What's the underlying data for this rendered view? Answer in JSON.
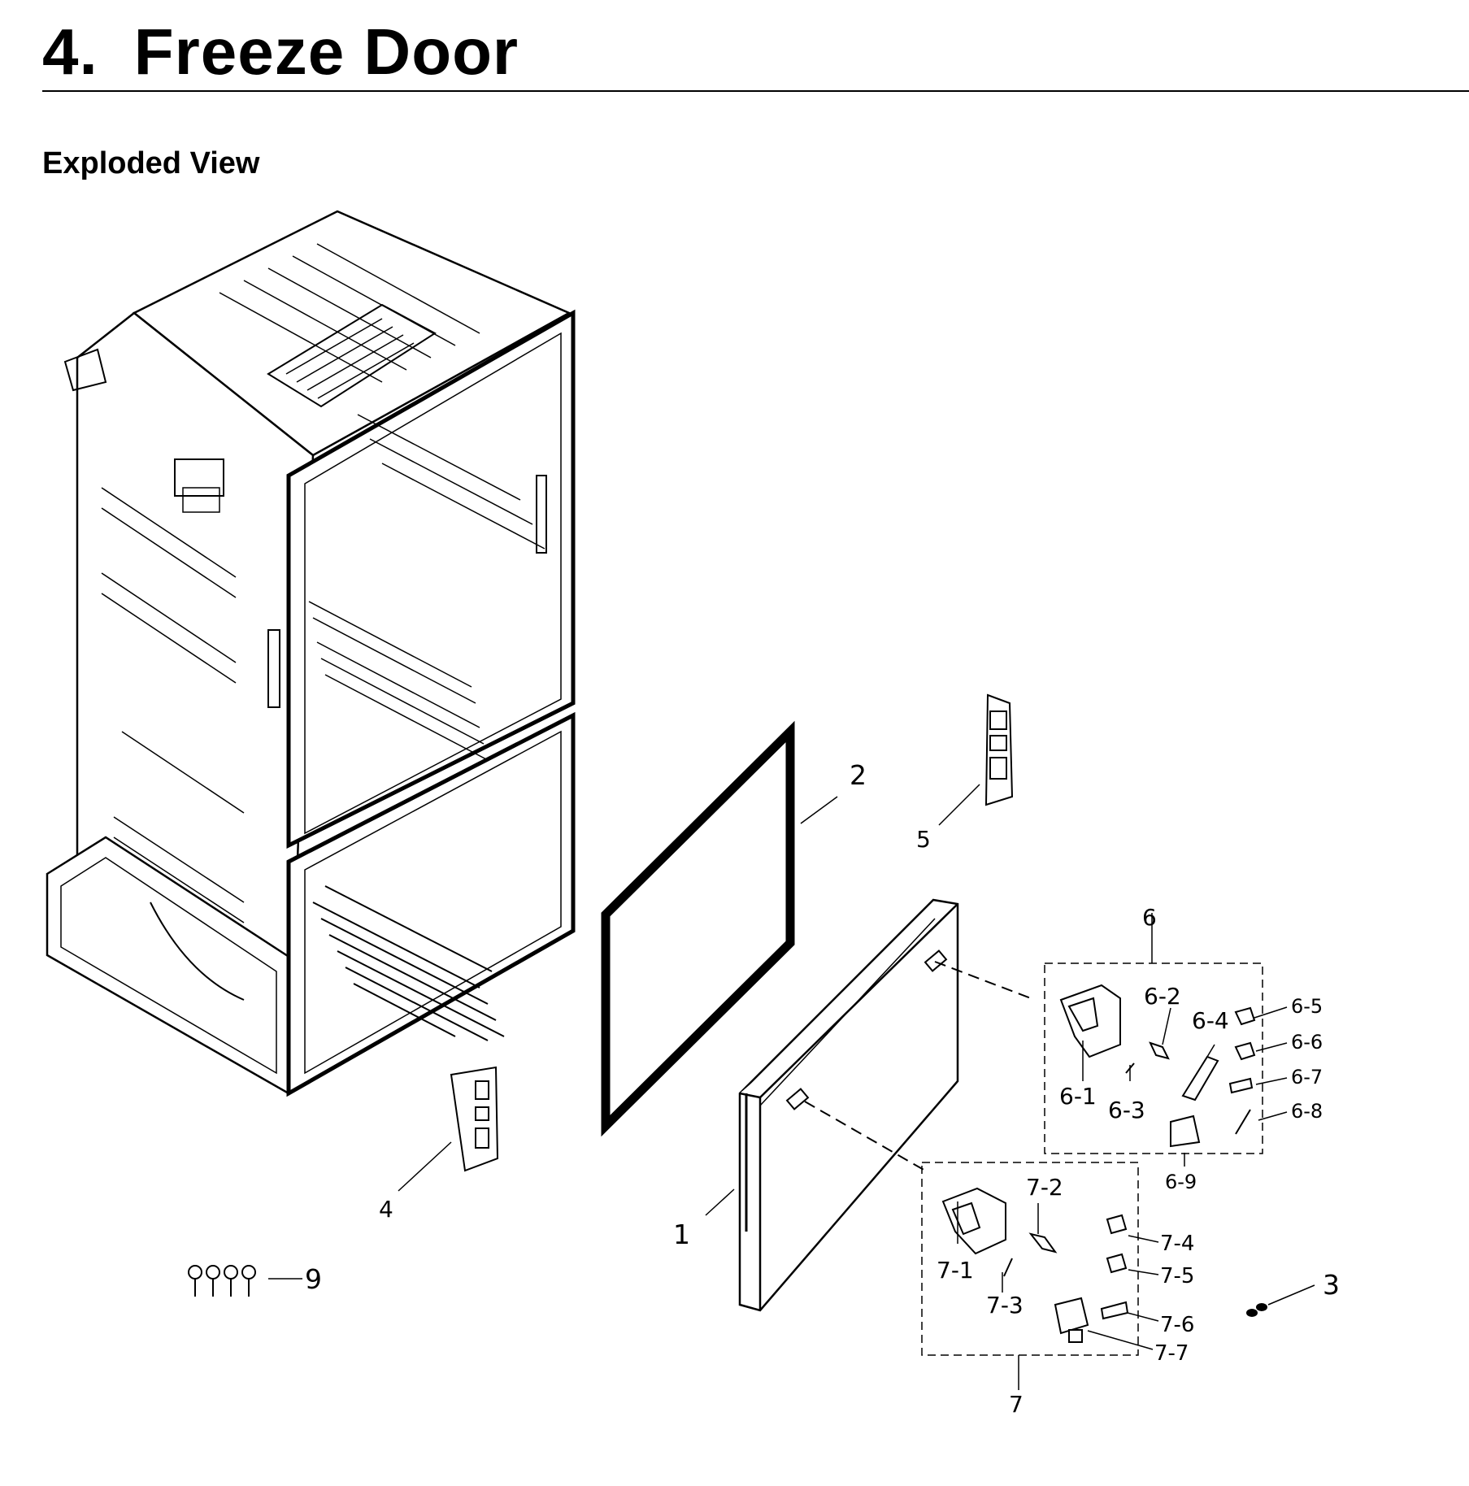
{
  "header": {
    "section_number": "4.",
    "section_title": "Freeze Door",
    "subtitle": "Exploded View"
  },
  "callouts": {
    "c1": "1",
    "c2": "2",
    "c3": "3",
    "c4": "4",
    "c5": "5",
    "c6": "6",
    "c6_1": "6-1",
    "c6_2": "6-2",
    "c6_3": "6-3",
    "c6_4": "6-4",
    "c6_5": "6-5",
    "c6_6": "6-6",
    "c6_7": "6-7",
    "c6_8": "6-8",
    "c6_9": "6-9",
    "c7": "7",
    "c7_1": "7-1",
    "c7_2": "7-2",
    "c7_3": "7-3",
    "c7_4": "7-4",
    "c7_5": "7-5",
    "c7_6": "7-6",
    "c7_7": "7-7",
    "c9": "9"
  }
}
